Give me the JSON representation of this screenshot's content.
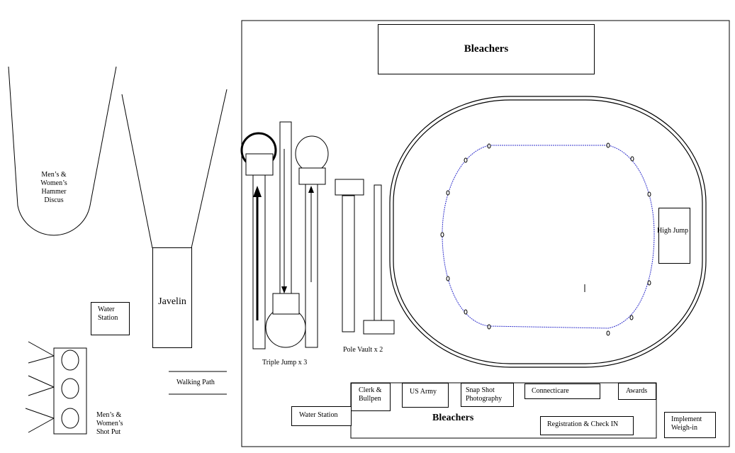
{
  "labels": {
    "bleachers_top": "Bleachers",
    "bleachers_bottom": "Bleachers",
    "hammer_discus": "Men’s & Women’s Hammer Discus",
    "javelin": "Javelin",
    "water_station_left": "Water Station",
    "shot_put": "Men’s & Women’s Shot Put",
    "walking_path": "Walking Path",
    "triple_jump": "Triple Jump x 3",
    "pole_vault": "Pole Vault x 2",
    "high_jump": "High Jump",
    "clerk_bullpen": "Clerk & Bullpen",
    "us_army": "US Army",
    "snap_shot": "Snap Shot Photography",
    "connecticare": "Connecticare",
    "awards": "Awards",
    "water_station_bottom": "Water Station",
    "registration": "Registration & Check IN",
    "implement_weigh_in": "Implement Weigh-in"
  }
}
